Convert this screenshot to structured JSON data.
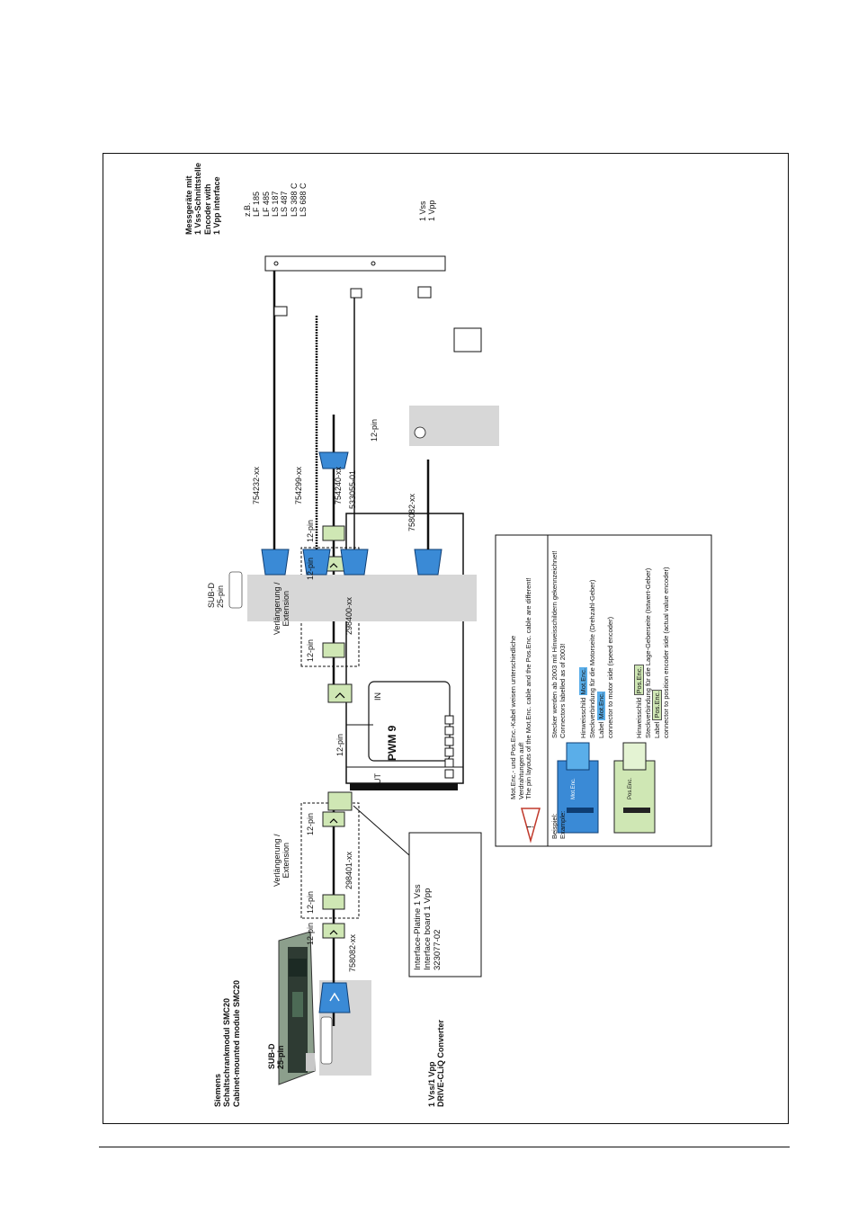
{
  "left_device": {
    "title_lines": [
      "Siemens",
      "Schaltschrankmodul SMC20",
      "Cabinet-mounted module SMC20"
    ],
    "subd_lines": [
      "SUB-D",
      "25-pin"
    ],
    "converter_lines": [
      "1 Vss/1 Vpp",
      "DRIVE-CLiQ Converter"
    ]
  },
  "cables": {
    "cable_left": "758082-xx",
    "pin_left_1": "12-pin",
    "ext_left_title": [
      "Verlängerung /",
      "Extension"
    ],
    "ext_left_pin_a": "12-pin",
    "ext_left_pin_b": "12-pin",
    "ext_left_id": "298401-xx",
    "pwm_out_pin": "12-pin",
    "ext_right_title": [
      "Verlängerung /",
      "Extension"
    ],
    "ext_right_pin_a": "12-pin",
    "ext_right_pin_b": "12-pin",
    "ext_right_pin_c": "12-pin",
    "ext_right_id": "298400-xx",
    "adapter_id": "533055-01"
  },
  "pwm": {
    "name": "PWM 9",
    "out_label": "OUT",
    "in_label": "IN"
  },
  "interface_board": {
    "lines": [
      "Interface-Platine 1 Vss",
      "Interface board 1 Vpp",
      "323077-02"
    ]
  },
  "right_subd": {
    "lines": [
      "SUB-D",
      "25-pin"
    ]
  },
  "encoder_cables": [
    {
      "id": "754232-xx"
    },
    {
      "id": "754299-xx"
    },
    {
      "id": "754240-xx"
    },
    {
      "id": "758082-xx"
    }
  ],
  "encoder_12pin": "12-pin",
  "encoders": {
    "title_lines": [
      "Messgeräte mit",
      "1 Vss-Schnittstelle",
      "Encoder with",
      "1 Vpp interface"
    ],
    "models": [
      "z.B.",
      "LF 185",
      "LF 485",
      "LS 187",
      "LS 487",
      "LS 388 C",
      "LS 688 C"
    ],
    "signal_lines": [
      "1 Vss",
      "1 Vpp"
    ]
  },
  "warning": {
    "top_lines": [
      "Mot.Enc.- und Pos.Enc.-Kabel weisen unterschiedliche",
      "Verdrahtungen auf!",
      "The pin layouts of the Mot.Enc. cable and the Pos.Enc. cable are different!"
    ],
    "intro_lines": [
      "Stecker werden ab 2003 mit Hinweisschildern gekennzeichnet!",
      "Connectors labelled as of 2003!"
    ],
    "example_lines": [
      "Beispiel:",
      "Example:"
    ],
    "mot_sign_pre": "Hinweisschild",
    "mot_tag": "Mot.Enc.",
    "mot_de": "Steckverbindung für die Motorseite (Drehzahl-Geber)",
    "mot_label_pre": "Label",
    "mot_en": "connector to motor side (speed encoder)",
    "pos_sign_pre": "Hinweisschild",
    "pos_tag": "Pos.Enc.",
    "pos_de": "Steckverbindung für die Lage-Geberseite (Istwert-Geber)",
    "pos_label_pre": "Label",
    "pos_en": "connector to position encoder side (actual value encoder)",
    "mot_connector_text": "Mot.Enc.",
    "pos_connector_text": "Pos.Enc."
  }
}
